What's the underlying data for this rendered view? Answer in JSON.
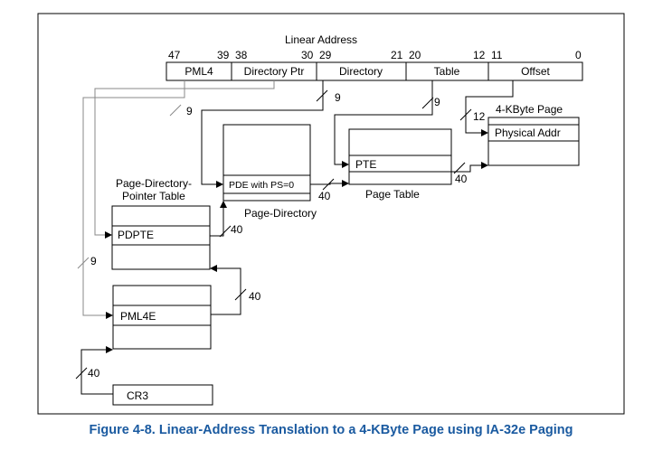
{
  "diagram": {
    "heading": "Linear Address",
    "bit_numbers": {
      "b47": "47",
      "b39": "39",
      "b38": "38",
      "b30": "30",
      "b29": "29",
      "b21": "21",
      "b20": "20",
      "b12": "12",
      "b11": "11",
      "b0": "0"
    },
    "fields": {
      "pml4": "PML4",
      "directory_ptr": "Directory Ptr",
      "directory": "Directory",
      "table": "Table",
      "offset": "Offset"
    },
    "widths": {
      "pml4_index": "9",
      "dirptr_index": "9",
      "dir_index": "9",
      "table_index": "9",
      "offset_bits": "12",
      "pml4e_to_pdpt": "40",
      "pdpte_to_pd": "40",
      "pde_to_pt": "40",
      "pte_to_page": "40",
      "cr3_to_pml4": "40"
    },
    "tables": {
      "page_title": "4-KByte Page",
      "physical_addr": "Physical Addr",
      "pte": "PTE",
      "page_table": "Page Table",
      "pde": "PDE with PS=0",
      "page_directory": "Page-Directory",
      "pdpt_title_line1": "Page-Directory-",
      "pdpt_title_line2": "Pointer Table",
      "pdpte": "PDPTE",
      "pml4e": "PML4E",
      "cr3": "CR3"
    },
    "caption": "Figure 4-8.  Linear-Address Translation to a 4-KByte Page using IA-32e Paging",
    "colors": {
      "caption": "#1a5aa0",
      "frame": "#000000",
      "guide_line": "#888888"
    }
  }
}
